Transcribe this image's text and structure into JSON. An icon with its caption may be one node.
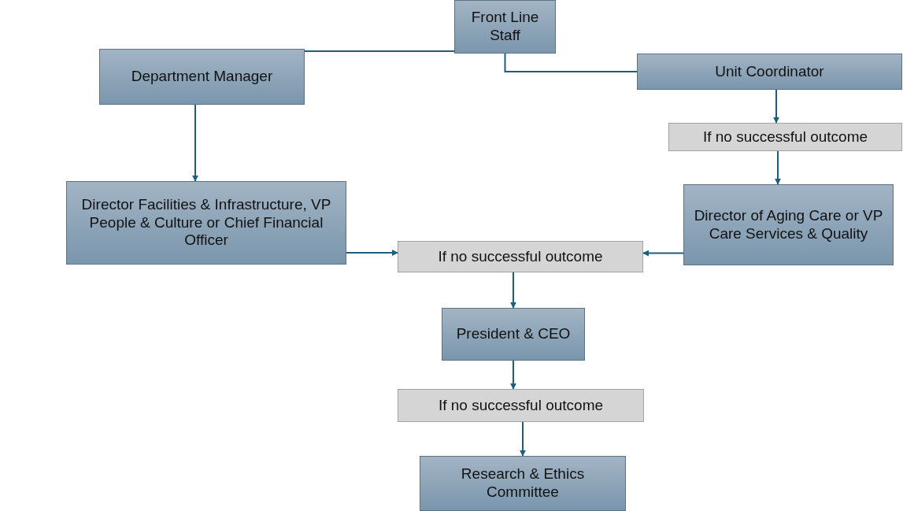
{
  "diagram": {
    "nodes": [
      {
        "text": [
          "Front Line Staff"
        ]
      },
      {
        "text": [
          "Department Manager"
        ]
      },
      {
        "text": [
          "Unit Coordinator"
        ]
      },
      {
        "text": [
          "If no successful outcome"
        ]
      },
      {
        "text": [
          "Director Facilities & Infrastructure, VP People & Culture or Chief Financial Officer"
        ]
      },
      {
        "text": [
          "Director of Aging Care or VP Care Services & Quality"
        ]
      },
      {
        "text": [
          "If no successful outcome"
        ]
      },
      {
        "text": [
          "President & CEO"
        ]
      },
      {
        "text": [
          "If no successful outcome"
        ]
      },
      {
        "text": [
          "Research & Ethics Committee"
        ]
      }
    ],
    "edges": [
      {
        "from": 0,
        "to": 1,
        "arrow": "none"
      },
      {
        "from": 0,
        "to": 2,
        "arrow": "none"
      },
      {
        "from": 2,
        "to": 3,
        "arrow": "to"
      },
      {
        "from": 3,
        "to": 5,
        "arrow": "to"
      },
      {
        "from": 1,
        "to": 4,
        "arrow": "to"
      },
      {
        "from": 4,
        "to": 6,
        "arrow": "to"
      },
      {
        "from": 5,
        "to": 6,
        "arrow": "to"
      },
      {
        "from": 6,
        "to": 7,
        "arrow": "to"
      },
      {
        "from": 7,
        "to": 8,
        "arrow": "to"
      },
      {
        "from": 8,
        "to": 9,
        "arrow": "to"
      }
    ]
  }
}
